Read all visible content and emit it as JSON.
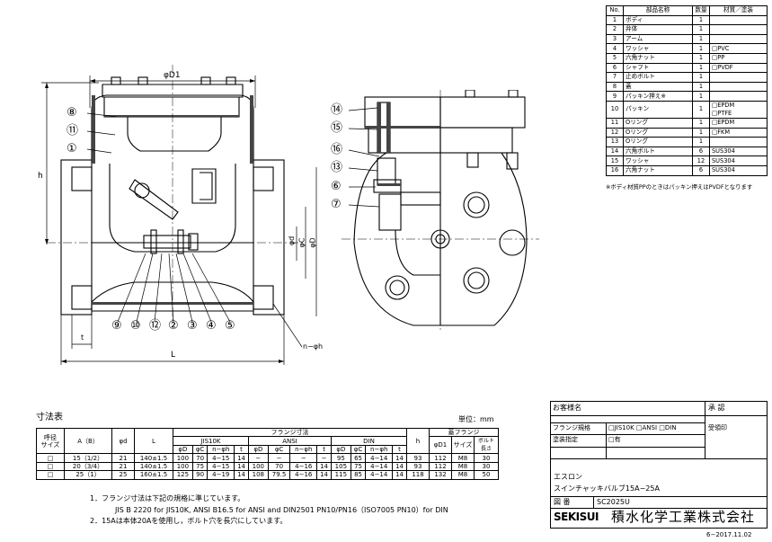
{
  "drawing": {
    "dim_labels": {
      "D1": "φD1",
      "h": "h",
      "d": "φd",
      "C": "φC",
      "D": "φD",
      "L": "L",
      "t": "t",
      "nh": "n−φh"
    },
    "front_balloons": [
      "⑧",
      "⑪",
      "①",
      "⑨",
      "⑩",
      "⑫",
      "②",
      "③",
      "④",
      "⑤"
    ],
    "side_balloons": [
      "⑭",
      "⑮",
      "⑯",
      "⑬",
      "⑥",
      "⑦"
    ]
  },
  "parts_table": {
    "headers": [
      "No.",
      "部品名称",
      "数量",
      "材質／塗装"
    ],
    "rows": [
      {
        "no": "1",
        "name": "ボディ",
        "qty": "1",
        "mat": ""
      },
      {
        "no": "2",
        "name": "弁体",
        "qty": "1",
        "mat": ""
      },
      {
        "no": "3",
        "name": "アーム",
        "qty": "1",
        "mat": ""
      },
      {
        "no": "4",
        "name": "ワッシャ",
        "qty": "1",
        "mat": "□PVC"
      },
      {
        "no": "5",
        "name": "六角ナット",
        "qty": "1",
        "mat": "□PP"
      },
      {
        "no": "6",
        "name": "シャフト",
        "qty": "1",
        "mat": "□PVDF"
      },
      {
        "no": "7",
        "name": "止めボルト",
        "qty": "1",
        "mat": ""
      },
      {
        "no": "8",
        "name": "蓋",
        "qty": "1",
        "mat": ""
      },
      {
        "no": "9",
        "name": "パッキン押え※",
        "qty": "1",
        "mat": ""
      },
      {
        "no": "10",
        "name": "パッキン",
        "qty": "1",
        "mat": "□EPDM\n□PTFE"
      },
      {
        "no": "11",
        "name": "Oリング",
        "qty": "1",
        "mat": "□EPDM"
      },
      {
        "no": "12",
        "name": "Oリング",
        "qty": "1",
        "mat": "□FKM"
      },
      {
        "no": "13",
        "name": "Oリング",
        "qty": "1",
        "mat": ""
      },
      {
        "no": "14",
        "name": "六角ボルト",
        "qty": "6",
        "mat": "SUS304"
      },
      {
        "no": "15",
        "name": "ワッシャ",
        "qty": "12",
        "mat": "SUS304"
      },
      {
        "no": "16",
        "name": "六角ナット",
        "qty": "6",
        "mat": "SUS304"
      }
    ],
    "note": "※ボディ材質PPのときはパッキン押えはPVDFとなります"
  },
  "dims": {
    "title": "寸法表",
    "unit": "単位：mm",
    "headers": {
      "nominal": "呼径\nサイズ",
      "AB": "A（B）",
      "d": "φd",
      "L": "L",
      "flange_rx": "フランジ寸法",
      "flange_cover": "蓋フランジ",
      "jis": "JIS10K",
      "ansi": "ANSI",
      "din": "DIN",
      "h": "h",
      "D1": "φD1",
      "size": "サイズ",
      "bolt_len": "ボルト\n長さ",
      "sub": [
        "φD",
        "φC",
        "n−φh",
        "t"
      ]
    },
    "rows": [
      {
        "chk": "□",
        "ab": "15（1/2）",
        "d": "21",
        "L": "140±1.5",
        "jis": [
          "100",
          "70",
          "4−15",
          "14"
        ],
        "ansi": [
          "−",
          "−",
          "−",
          "−"
        ],
        "din": [
          "95",
          "65",
          "4−14",
          "14"
        ],
        "h": "93",
        "D1": "112",
        "size": "M8",
        "bolt": "30"
      },
      {
        "chk": "□",
        "ab": "20（3/4）",
        "d": "21",
        "L": "140±1.5",
        "jis": [
          "100",
          "75",
          "4−15",
          "14"
        ],
        "ansi": [
          "100",
          "70",
          "4−16",
          "14"
        ],
        "din": [
          "105",
          "75",
          "4−14",
          "14"
        ],
        "h": "93",
        "D1": "112",
        "size": "M8",
        "bolt": "30"
      },
      {
        "chk": "□",
        "ab": "25（1）",
        "d": "25",
        "L": "160±1.5",
        "jis": [
          "125",
          "90",
          "4−19",
          "14"
        ],
        "ansi": [
          "108",
          "79.5",
          "4−16",
          "14"
        ],
        "din": [
          "115",
          "85",
          "4−14",
          "14"
        ],
        "h": "118",
        "D1": "132",
        "size": "M8",
        "bolt": "50"
      }
    ],
    "notes": [
      "1．フランジ寸法は下記の規格に準じています。",
      "JIS B 2220 for JIS10K, ANSI B16.5 for ANSI and DIN2501 PN10/PN16（ISO7005 PN10）for DIN",
      "2．15Aは本体20Aを使用し，ボルト穴を長穴にしています。"
    ]
  },
  "title_block": {
    "customer": "お客様名",
    "accept": "承 認",
    "flange": "フランジ規格",
    "flange_opts": "□JIS10K  □ANSI  □DIN",
    "coating": "塗装指定",
    "coating_opt": "□有",
    "receipt": "受領印",
    "product_series": "エスロン",
    "product_name": "スインチャッキバルブ15A−25A",
    "drawing_no_label": "図 番",
    "drawing_no": "SC2025U",
    "brand": "SEKISUI",
    "company": "積水化学工業株式会社",
    "revision": "6−2017.11.02"
  }
}
